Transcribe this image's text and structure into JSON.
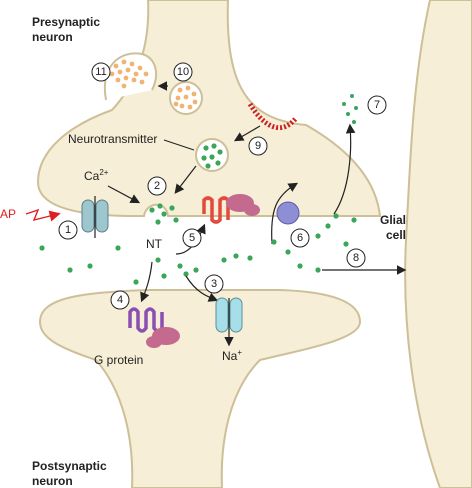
{
  "labels": {
    "presynaptic_line1": "Presynaptic",
    "presynaptic_line2": "neuron",
    "postsynaptic_line1": "Postsynaptic",
    "postsynaptic_line2": "neuron",
    "glial_line1": "Glial",
    "glial_line2": "cell",
    "neurotransmitter": "Neurotransmitter",
    "ca": "Ca",
    "ca_sup": "2+",
    "ap": "AP",
    "nt": "NT",
    "g_protein": "G protein",
    "na": "Na",
    "na_sup": "+"
  },
  "steps": [
    "1",
    "2",
    "3",
    "4",
    "5",
    "6",
    "7",
    "8",
    "9",
    "10",
    "11"
  ],
  "colors": {
    "membrane_fill": "#f6eed6",
    "membrane_stroke": "#cdbf97",
    "nt_dot": "#3aa65a",
    "orange_dot": "#f0b472",
    "ap_red": "#e02020",
    "receptor_red": "#e24a3c",
    "purple_receptor": "#8a4fb2",
    "g_protein": "#c46a8e",
    "ion_channel": "#a6dfe7",
    "transporter": "#8d8ed4",
    "endocytosis": "#cc2222"
  }
}
